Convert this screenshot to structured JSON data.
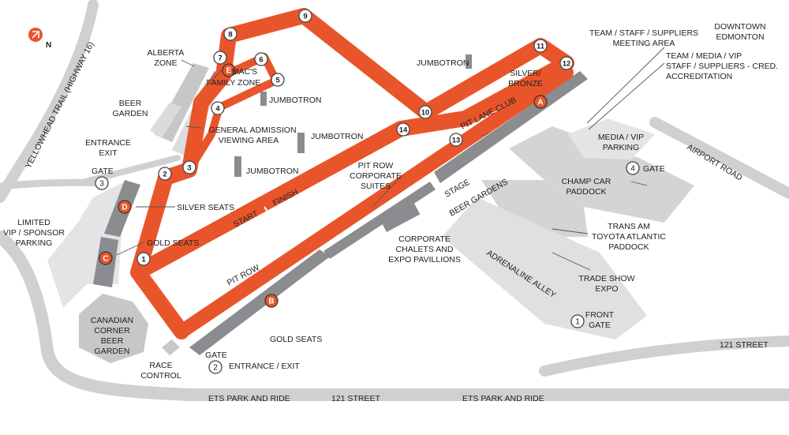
{
  "map": {
    "north_label": "N",
    "colors": {
      "track": "#e9552a",
      "road": "#cfd0d2",
      "building": "#bfc1c4",
      "lot": "#d3d4d6",
      "stands": "#8a8c8f"
    }
  },
  "turns": [
    "1",
    "2",
    "3",
    "4",
    "5",
    "6",
    "7",
    "8",
    "9",
    "10",
    "11",
    "12",
    "13",
    "14"
  ],
  "seat_markers": [
    "A",
    "B",
    "C",
    "D",
    "E"
  ],
  "gates": [
    "1",
    "2",
    "3",
    "4"
  ],
  "labels": {
    "downtown": [
      "DOWNTOWN",
      "EDMONTON"
    ],
    "team_meeting": [
      "TEAM / STAFF / SUPPLIERS",
      "MEETING AREA"
    ],
    "team_accred": [
      "TEAM / MEDIA / VIP",
      "STAFF / SUPPLIERS - CRED.",
      "ACCREDITATION"
    ],
    "alberta_zone": [
      "ALBERTA",
      "ZONE"
    ],
    "macs_family_zone": [
      "MAC'S",
      "FAMILY ZONE"
    ],
    "jumbotron": "JUMBOTRON",
    "beer_garden": [
      "BEER",
      "GARDEN"
    ],
    "general_admission": [
      "GENERAL ADMISSION",
      "VIEWING AREA"
    ],
    "entrance_exit_top": [
      "ENTRANCE",
      "EXIT"
    ],
    "gate": "GATE",
    "silver_bronze": [
      "SILVER/",
      "BRONZE"
    ],
    "pit_lane_club": "PIT LANE CLUB",
    "media_vip_parking": [
      "MEDIA / VIP",
      "PARKING"
    ],
    "pit_row_suites": [
      "PIT ROW",
      "CORPORATE",
      "SUITES"
    ],
    "stage": "STAGE",
    "beer_gardens": "BEER GARDENS",
    "champ_car_paddock": [
      "CHAMP CAR",
      "PADDOCK"
    ],
    "silver_seats": "SILVER SEATS",
    "start": "START",
    "finish": "FINISH",
    "gold_seats": "GOLD SEATS",
    "limited_parking": [
      "LIMITED",
      "VIP / SPONSOR",
      "PARKING"
    ],
    "corporate_chalets": [
      "CORPORATE",
      "CHALETS AND",
      "EXPO PAVILLIONS"
    ],
    "trans_am": [
      "TRANS AM",
      "TOYOTA ATLANTIC",
      "PADDOCK"
    ],
    "trade_show": [
      "TRADE SHOW",
      "EXPO"
    ],
    "pit_row": "PIT ROW",
    "adrenaline_alley": "ADRENALINE ALLEY",
    "front_gate": [
      "FRONT",
      "GATE"
    ],
    "canadian_corner": [
      "CANADIAN",
      "CORNER",
      "BEER",
      "GARDEN"
    ],
    "race_control": [
      "RACE",
      "CONTROL"
    ],
    "entrance_exit_bottom": "ENTRANCE / EXIT",
    "ets_park_ride": "ETS PARK AND RIDE",
    "street_121": "121 STREET",
    "yellowhead": "YELLOWHEAD TRAIL (HIGHWAY 16)",
    "airport_road": "AIRPORT ROAD"
  }
}
